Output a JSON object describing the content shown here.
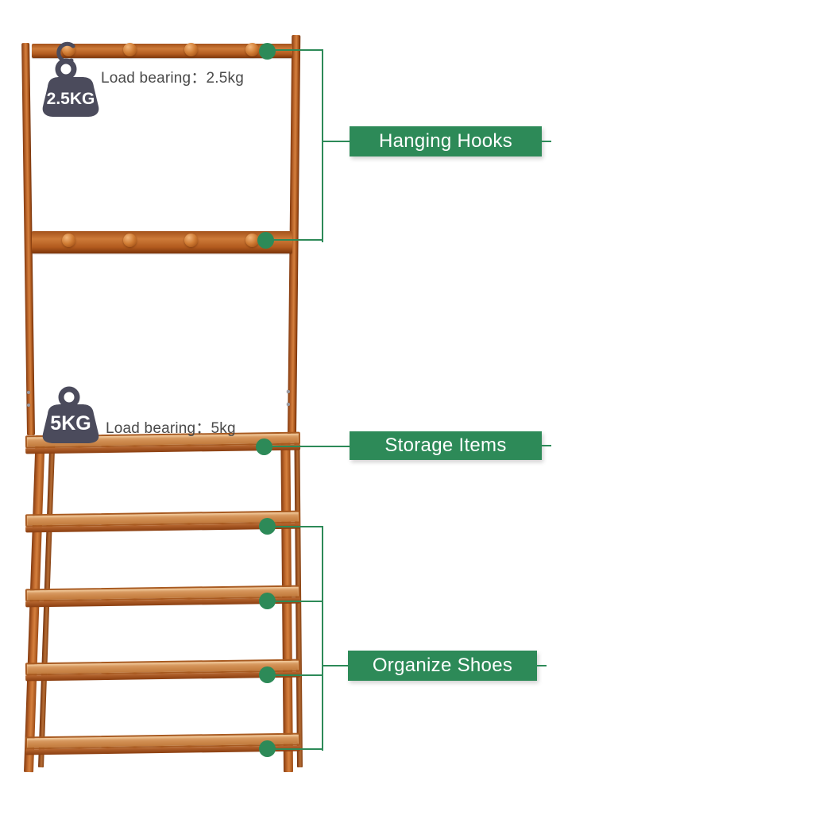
{
  "callouts": {
    "hanging_hooks": {
      "label": "Hanging Hooks"
    },
    "storage_items": {
      "label": "Storage Items"
    },
    "organize_shoes": {
      "label": "Organize Shoes"
    }
  },
  "load_bearing": {
    "hooks": {
      "badge": "2.5KG",
      "caption": "Load bearing：2.5kg"
    },
    "shelf": {
      "badge": "5KG",
      "caption": "Load bearing：5kg"
    }
  },
  "colors": {
    "accent_green": "#2d8a58",
    "wood_brown": "#c06a2e",
    "weight_slate": "#4b4b5c",
    "caption_text": "#4a4a4a",
    "label_text": "#ffffff"
  }
}
